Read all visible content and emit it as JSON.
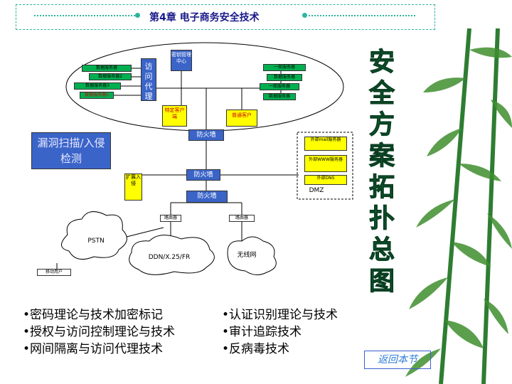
{
  "header": {
    "title": "第4章 电子商务安全技术"
  },
  "side_title": [
    "安",
    "全",
    "方",
    "案",
    "拓",
    "扑",
    "总",
    "图"
  ],
  "diagram": {
    "servers_left": [
      "数据服务器",
      "数据服务器2",
      "数据服务器3",
      "数据服务器n"
    ],
    "proxy": "访问代理",
    "key_center": "密钥管理中心",
    "servers_right": [
      "一般服务器",
      "数据服务器",
      "一般服务器",
      "数据服务器"
    ],
    "special_client": "特定客户端",
    "normal_client": "普通客户",
    "scan": "漏洞扫描/入侵检测",
    "firewall_top": "防火墙",
    "firewall_mid": "防火墙",
    "intrusion": "扩展入侵",
    "gateway": "防火墙",
    "router_left": "路由器",
    "router_right": "路由器",
    "dmz_items": [
      "外部mail服务器",
      "外部WWW服务器",
      "外部DNS"
    ],
    "dmz_label": "DMZ",
    "pstn": "PSTN",
    "ddn": "DDN/X.25/FR",
    "wireless": "无线网",
    "mobile": "移动用户"
  },
  "bullets_left": [
    "•密码理论与技术加密标记",
    "•授权与访问控制理论与技术",
    "•网间隔离与访问代理技术"
  ],
  "bullets_right": [
    "•认证识别理论与技术",
    "•审计追踪技术",
    "•反病毒技术"
  ],
  "back_link": "返回本节"
}
